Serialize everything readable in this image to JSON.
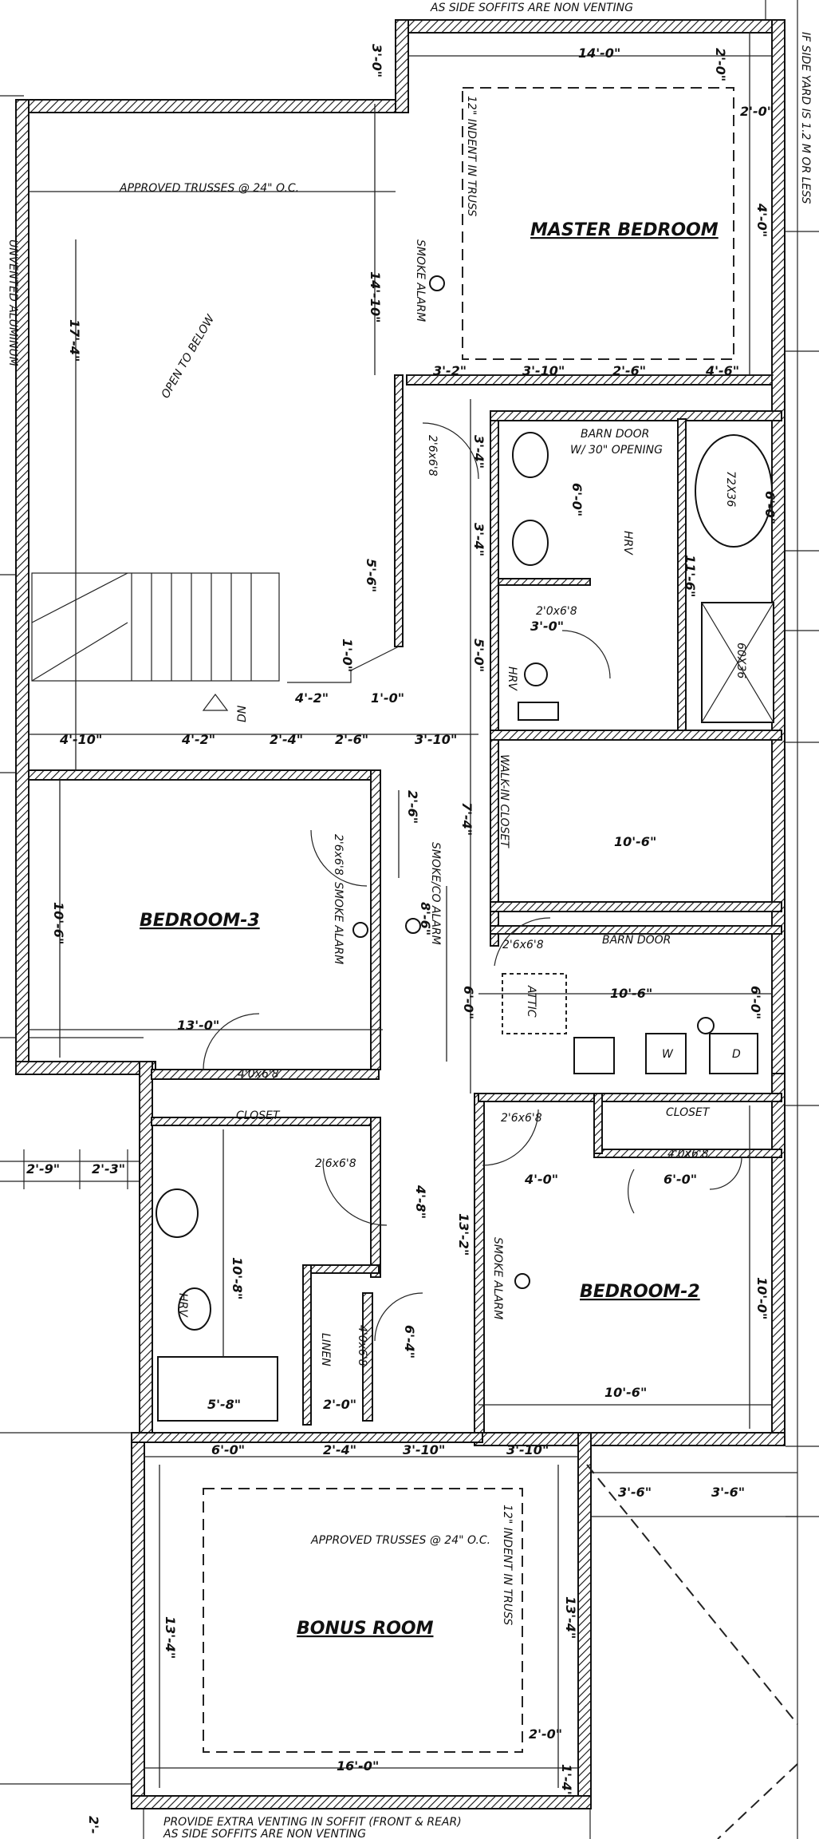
{
  "notes": {
    "top_soffit": "AS SIDE SOFFITS ARE NON VENTING",
    "right_side": "IF SIDE YARD IS 1.2 M OR LESS",
    "left_side": "UNVENTED ALUMINUM",
    "bottom_soffit_1": "PROVIDE EXTRA VENTING IN SOFFIT (FRONT & REAR)",
    "bottom_soffit_2": "AS SIDE SOFFITS ARE NON VENTING",
    "trusses_top": "APPROVED TRUSSES @ 24\" O.C.",
    "trusses_bottom": "APPROVED TRUSSES @ 24\" O.C.",
    "open_below": "OPEN TO BELOW",
    "indent_top": "12\" INDENT IN TRUSS",
    "indent_bottom": "12\" INDENT IN TRUSS"
  },
  "rooms": {
    "master_bedroom": "MASTER BEDROOM",
    "bedroom_3": "BEDROOM-3",
    "bedroom_2": "BEDROOM-2",
    "bonus_room": "BONUS ROOM",
    "closet_left": "CLOSET",
    "closet_right": "CLOSET",
    "walk_in": "WALK-IN CLOSET",
    "linen": "LINEN",
    "attic": "ATTIC"
  },
  "labels": {
    "smoke_alarm_master": "SMOKE ALARM",
    "smoke_alarm_b3": "SMOKE ALARM",
    "smoke_co_alarm": "SMOKE/CO ALARM",
    "smoke_alarm_b2": "SMOKE ALARM",
    "barn_door_1": "BARN DOOR",
    "barn_door_1b": "W/ 30\" OPENING",
    "barn_door_2": "BARN DOOR",
    "hrv_1": "HRV",
    "hrv_2": "HRV",
    "hrv_3": "HRV",
    "tub": "72X36",
    "shower": "60X36",
    "washer": "W",
    "dryer": "D",
    "down": "DN"
  },
  "doors": {
    "master_hall": "2'6x6'8",
    "bath_wc": "2'0x6'8",
    "bedroom3": "2'6x6'8",
    "laundry": "2'6x6'8",
    "b3_closet": "4'0x6'8",
    "bath2": "2'6x6'8",
    "b2_hall": "2'6x6'8",
    "b2_closet": "4'0x6'8",
    "linen": "4'0x6'8"
  },
  "dimensions": {
    "d_3_0_top": "3'-0\"",
    "d_14_0": "14'-0\"",
    "d_2_0_a": "2'-0\"",
    "d_2_0_b": "2'-0\"",
    "d_4_0": "4'-0\"",
    "d_17_4": "17'-4\"",
    "d_14_10": "14'-10\"",
    "d_3_2": "3'-2\"",
    "d_3_10_a": "3'-10\"",
    "d_2_6_a": "2'-6\"",
    "d_4_6": "4'-6\"",
    "d_3_4_a": "3'-4\"",
    "d_3_4_b": "3'-4\"",
    "d_6_0_a": "6'-0\"",
    "d_6_0_b": "6'-0\"",
    "d_11_6": "11'-6\"",
    "d_5_6": "5'-6\"",
    "d_3_0_b": "3'-0\"",
    "d_5_0": "5'-0\"",
    "d_1_0_a": "1'-0\"",
    "d_1_0_b": "1'-0\"",
    "d_4_2_a": "4'-2\"",
    "d_4_10": "4'-10\"",
    "d_4_2_b": "4'-2\"",
    "d_2_4_a": "2'-4\"",
    "d_2_6_b": "2'-6\"",
    "d_3_10_b": "3'-10\"",
    "d_2_6_c": "2'-6\"",
    "d_7_4": "7'-4\"",
    "d_10_6_a": "10'-6\"",
    "d_10_6_b": "10'-6\"",
    "d_8_6": "8'-6\"",
    "d_13_0": "13'-0\"",
    "d_6_0_c": "6'-0\"",
    "d_10_6_c": "10'-6\"",
    "d_6_0_d": "6'-0\"",
    "d_2_9": "2'-9\"",
    "d_2_3": "2'-3\"",
    "d_4_0_b": "4'-0\"",
    "d_6_0_e": "6'-0\"",
    "d_4_8": "4'-8\"",
    "d_10_8": "10'-8\"",
    "d_13_2": "13'-2\"",
    "d_10_0": "10'-0\"",
    "d_6_4": "6'-4\"",
    "d_5_8": "5'-8\"",
    "d_2_0_c": "2'-0\"",
    "d_10_6_d": "10'-6\"",
    "d_6_0_f": "6'-0\"",
    "d_2_4_b": "2'-4\"",
    "d_3_10_c": "3'-10\"",
    "d_3_10_d": "3'-10\"",
    "d_3_6_a": "3'-6\"",
    "d_3_6_b": "3'-6\"",
    "d_13_4_a": "13'-4\"",
    "d_13_4_b": "13'-4\"",
    "d_2_0_d": "2'-0\"",
    "d_16_0": "16'-0\"",
    "d_1_4": "1'-4\"",
    "d_2_bottom": "2'-"
  }
}
